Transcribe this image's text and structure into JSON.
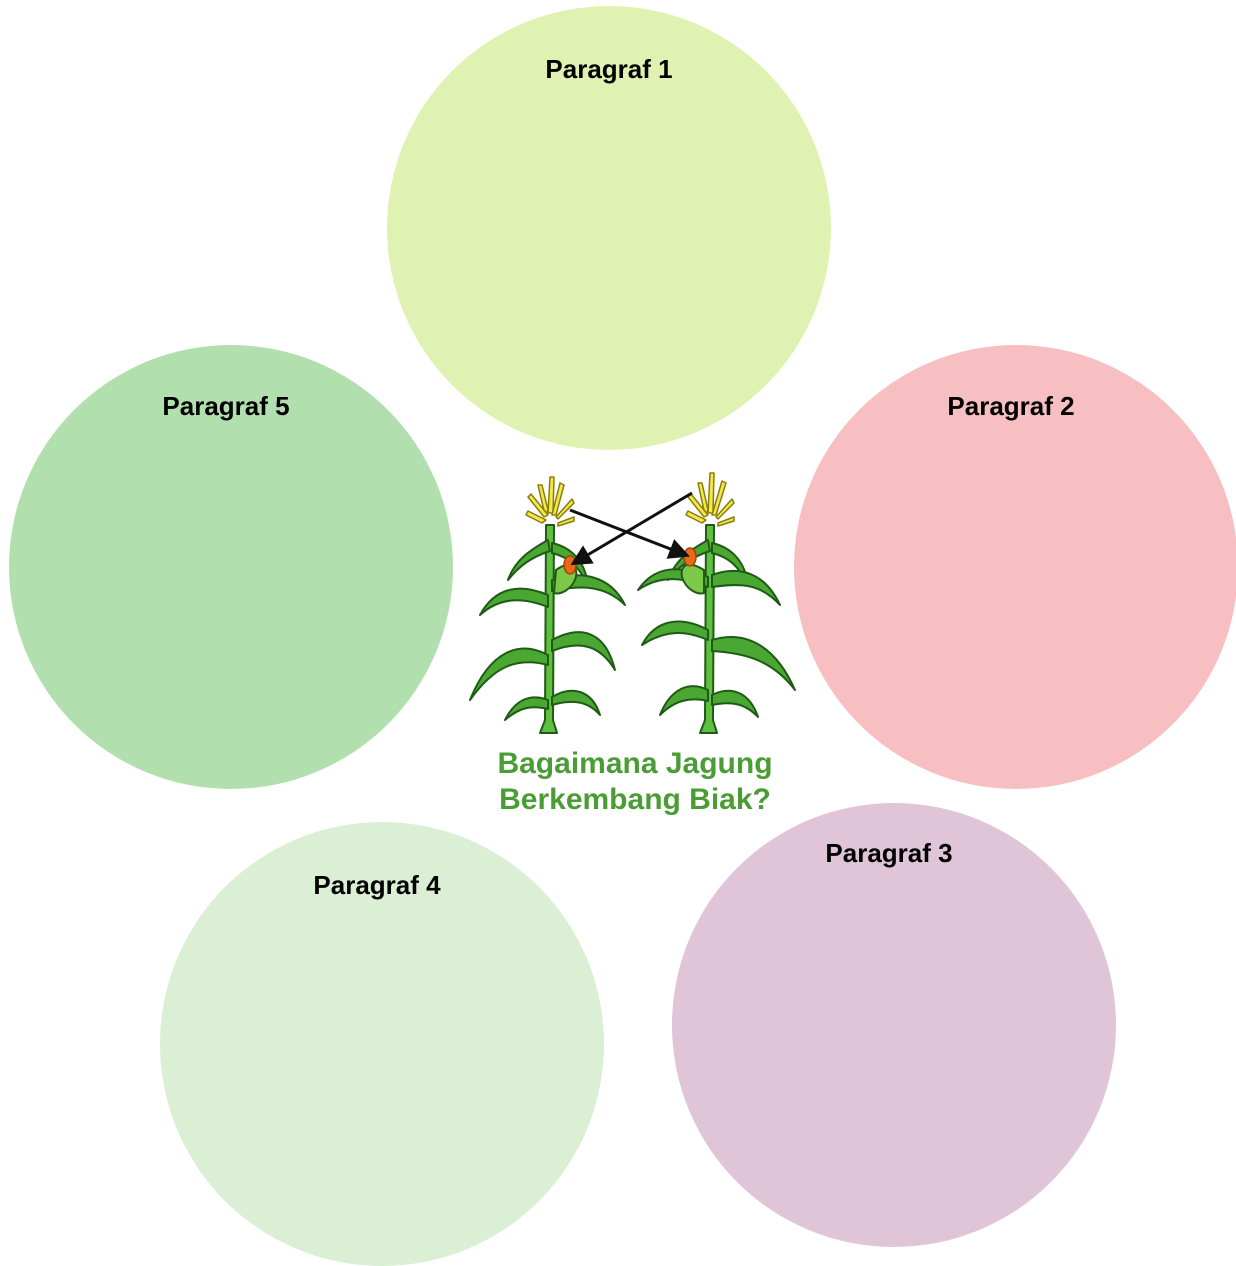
{
  "diagram": {
    "center_title_line1": "Bagaimana Jagung",
    "center_title_line2": "Berkembang Biak?",
    "center_icon": "corn-plants-cross-pollination",
    "title_color": "#4a9c34",
    "nodes": [
      {
        "label": "Paragraf 1",
        "color": "#e0f2b1"
      },
      {
        "label": "Paragraf 2",
        "color": "#f7bfc1"
      },
      {
        "label": "Paragraf 3",
        "color": "#e0c4d8"
      },
      {
        "label": "Paragraf 4",
        "color": "#daefd3"
      },
      {
        "label": "Paragraf 5",
        "color": "#b1dfae"
      }
    ]
  }
}
